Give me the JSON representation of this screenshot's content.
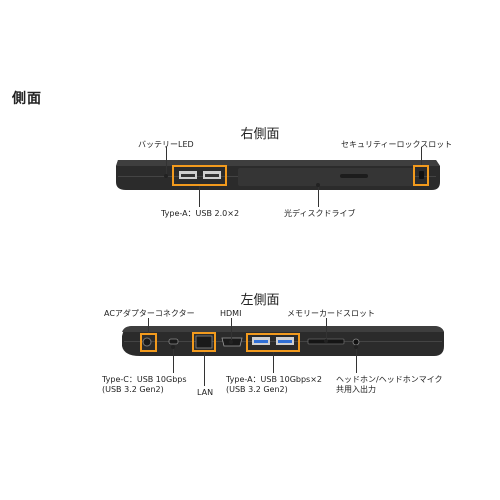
{
  "section": {
    "title": "側面"
  },
  "right_view": {
    "title": "右側面",
    "labels": {
      "battery_led": "バッテリーLED",
      "security_slot": "セキュリティーロックスロット",
      "usb_a": "Type-A：USB 2.0×2",
      "optical_drive": "光ディスクドライブ"
    }
  },
  "left_view": {
    "title": "左側面",
    "labels": {
      "ac_connector": "ACアダプターコネクター",
      "hdmi": "HDMI",
      "memory_card": "メモリーカードスロット",
      "usb_c_line1": "Type-C：USB 10Gbps",
      "usb_c_line2": "(USB 3.2 Gen2)",
      "lan": "LAN",
      "usb_a_line1": "Type-A：USB 10Gbps×2",
      "usb_a_line2": "(USB 3.2 Gen2)",
      "headphone_line1": "ヘッドホン/ヘッドホンマイク",
      "headphone_line2": "共用入出力"
    }
  },
  "colors": {
    "highlight": "#f29a1d",
    "body": "#2b2b2b",
    "usb_blue": "#2f6fd6"
  }
}
